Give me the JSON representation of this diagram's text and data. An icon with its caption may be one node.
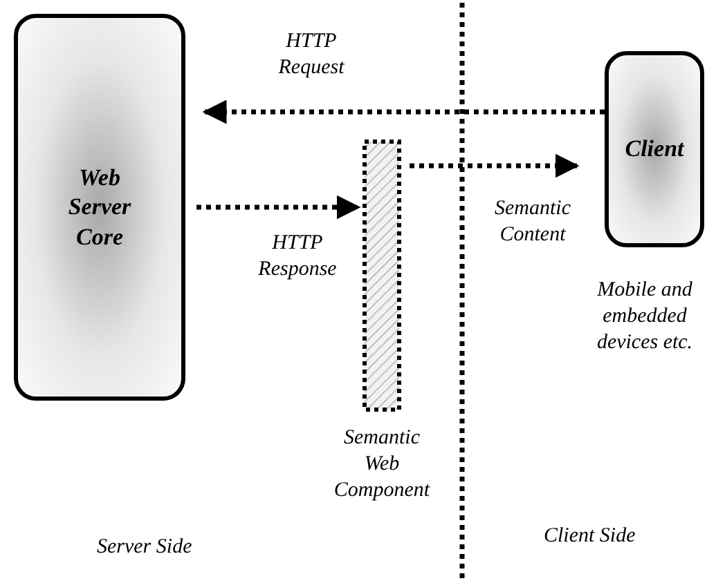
{
  "diagram": {
    "nodes": [
      {
        "text": [
          "Web Server Core"
        ]
      },
      {
        "text": [
          "Semantic Web Component"
        ]
      },
      {
        "text": [
          "Client"
        ],
        "beside": [
          "Mobile and embedded devices etc."
        ]
      }
    ],
    "edges": [
      {
        "from": 2,
        "to": 0,
        "arrow": "to",
        "label": "HTTP Request"
      },
      {
        "from": 0,
        "to": 1,
        "arrow": "to",
        "label": "HTTP Response"
      },
      {
        "from": 1,
        "to": 2,
        "arrow": "to",
        "label": "Semantic Content"
      }
    ],
    "labels": [
      "Server Side",
      "Client Side"
    ]
  }
}
